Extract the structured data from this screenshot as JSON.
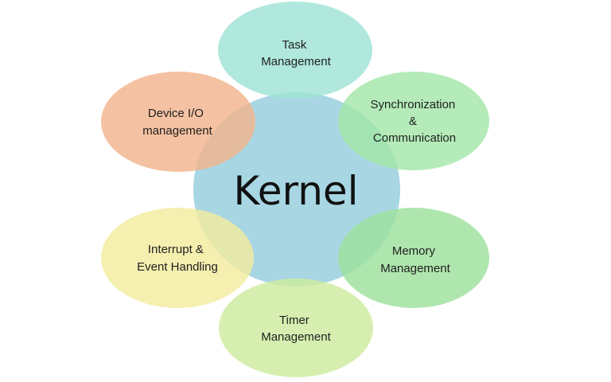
{
  "core": {
    "label": "Kernel",
    "color": "#a8d6e3"
  },
  "nodes": [
    {
      "id": "task-management",
      "lines": [
        "Task",
        "Management"
      ],
      "color": "#9fe3d5"
    },
    {
      "id": "synchronization-communication",
      "lines": [
        "Synchronization",
        "&",
        "Communication"
      ],
      "color": "#a3e6a8"
    },
    {
      "id": "memory-management",
      "lines": [
        "Memory",
        "Management"
      ],
      "color": "#9ee19c"
    },
    {
      "id": "timer-management",
      "lines": [
        "Timer",
        "Management"
      ],
      "color": "#cdec9f"
    },
    {
      "id": "interrupt-event-handling",
      "lines": [
        "Interrupt &",
        "Event Handling"
      ],
      "color": "#f3ec9f"
    },
    {
      "id": "device-io-management",
      "lines": [
        "Device I/O",
        "management"
      ],
      "color": "#f2b48d"
    }
  ]
}
